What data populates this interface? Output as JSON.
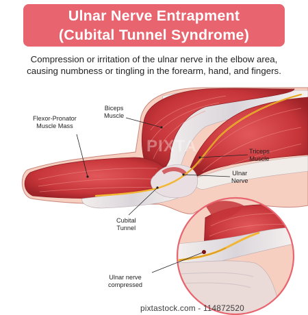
{
  "title": {
    "line1": "Ulnar Nerve Entrapment",
    "line2": "(Cubital Tunnel Syndrome)"
  },
  "subtitle": {
    "line1": "Compression or irritation of the ulnar nerve in the elbow area,",
    "line2": "causing numbness or tingling in the forearm, hand, and fingers."
  },
  "labels": {
    "flexor_pronator": [
      "Flexor-Pronator",
      "Muscle Mass"
    ],
    "biceps": [
      "Biceps",
      "Muscle"
    ],
    "triceps": [
      "Triceps",
      "Muscle"
    ],
    "ulnar_nerve": [
      "Ulnar",
      "Nerve"
    ],
    "cubital_tunnel": [
      "Cubital",
      "Tunnel"
    ],
    "compressed": [
      "Ulnar nerve",
      "compressed"
    ]
  },
  "watermark": {
    "center": "PIXTA",
    "footer": "pixtastock.com - 114872520"
  },
  "colors": {
    "banner": "#e8646e",
    "skin": "#f6cfc0",
    "muscle": "#c9373c",
    "nerve": "#f2b632",
    "detail_ring": "#e8646e"
  }
}
